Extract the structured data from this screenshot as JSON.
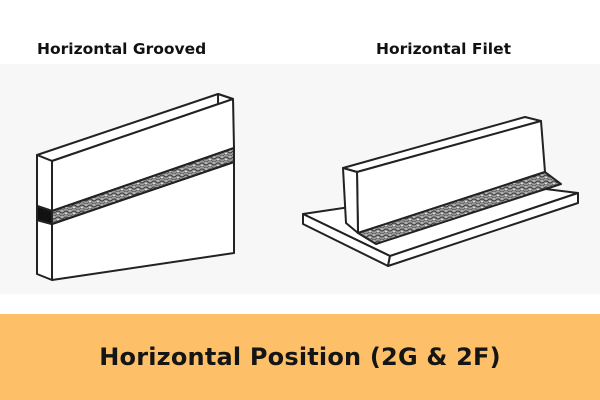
{
  "labels": {
    "left": "Horizontal Grooved",
    "right": "Horizontal Filet"
  },
  "banner": {
    "title": "Horizontal Position (2G & 2F)"
  },
  "colors": {
    "banner_background": "#FDC068",
    "line": "#222222",
    "weld_bead": "#8a8a8a",
    "artwork_background": "#f6f6f6"
  }
}
